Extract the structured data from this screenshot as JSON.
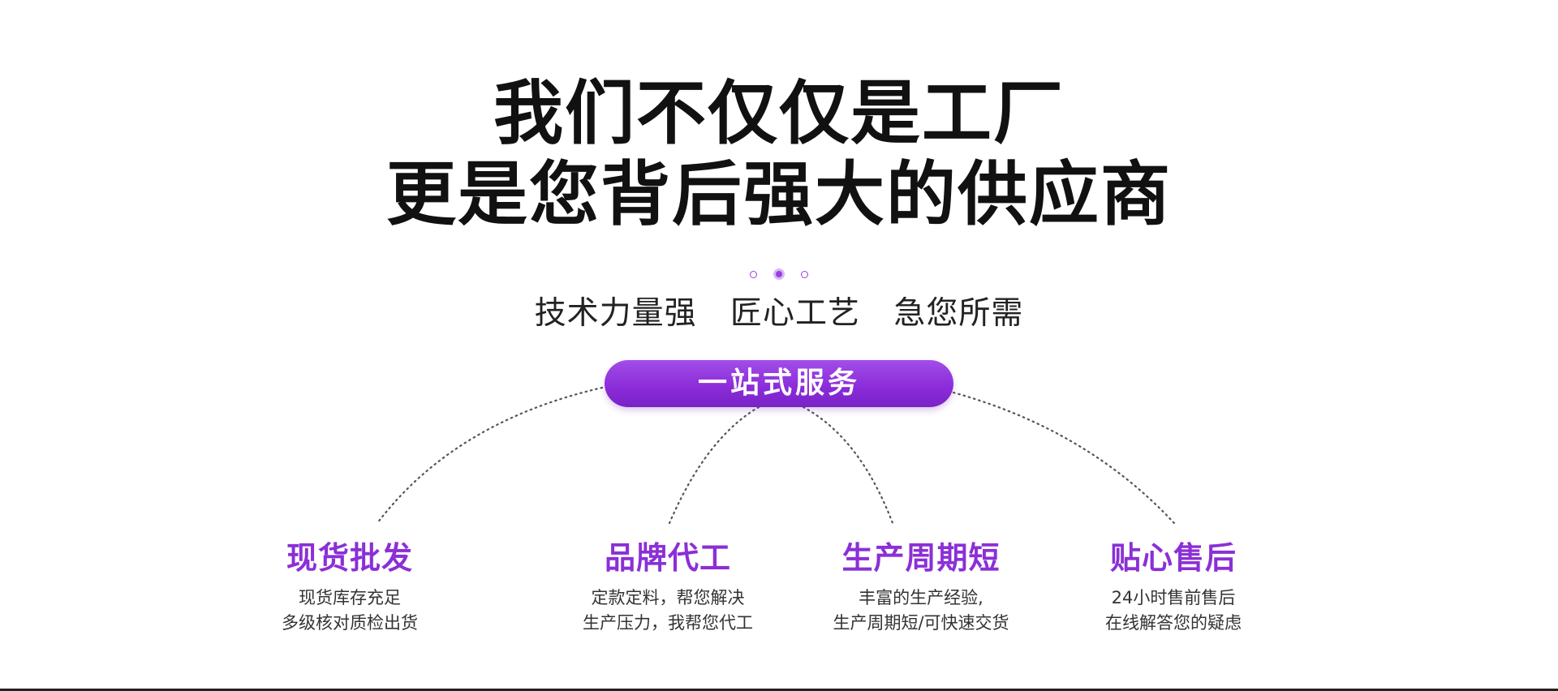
{
  "headline": {
    "line1": "我们不仅仅是工厂",
    "line2": "更是您背后强大的供应商"
  },
  "tagline": [
    "技术力量强",
    "匠心工艺",
    "急您所需"
  ],
  "pill_label": "一站式服务",
  "features": [
    {
      "title": "现货批发",
      "desc1": "现货库存充足",
      "desc2": "多级核对质检出货"
    },
    {
      "title": "品牌代工",
      "desc1": "定款定料，帮您解决",
      "desc2": "生产压力，我帮您代工"
    },
    {
      "title": "生产周期短",
      "desc1": "丰富的生产经验,",
      "desc2": "生产周期短/可快速交货"
    },
    {
      "title": "贴心售后",
      "desc1": "24小时售前售后",
      "desc2": "在线解答您的疑虑"
    }
  ],
  "colors": {
    "accent": "#8b2fd6",
    "headline": "#111111",
    "text": "#333333"
  }
}
